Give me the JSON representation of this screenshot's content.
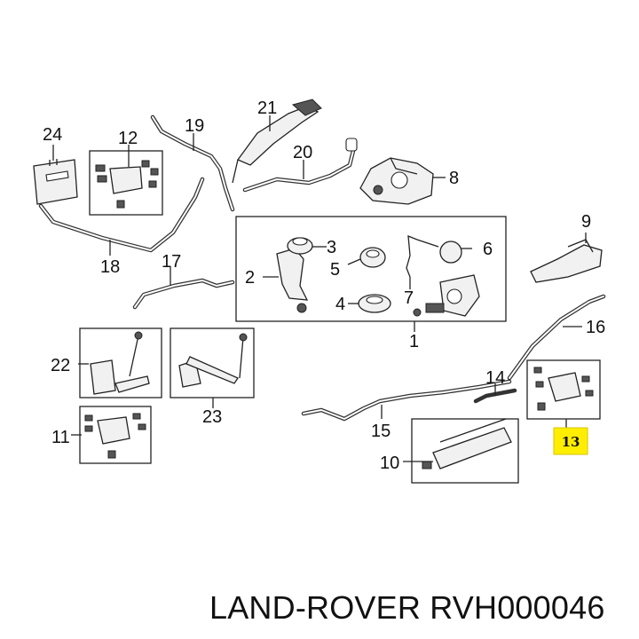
{
  "callouts": {
    "c1": "1",
    "c2": "2",
    "c3": "3",
    "c4": "4",
    "c5": "5",
    "c6": "6",
    "c7": "7",
    "c8": "8",
    "c9": "9",
    "c10": "10",
    "c11": "11",
    "c12": "12",
    "c13": "13",
    "c14": "14",
    "c15": "15",
    "c16": "16",
    "c17": "17",
    "c18": "18",
    "c19": "19",
    "c20": "20",
    "c21": "21",
    "c22": "22",
    "c23": "23",
    "c24": "24"
  },
  "highlight": {
    "callout": "13",
    "color": "#ffee00"
  },
  "caption": {
    "brand": "LAND-ROVER",
    "part_number": "RVH000046"
  }
}
